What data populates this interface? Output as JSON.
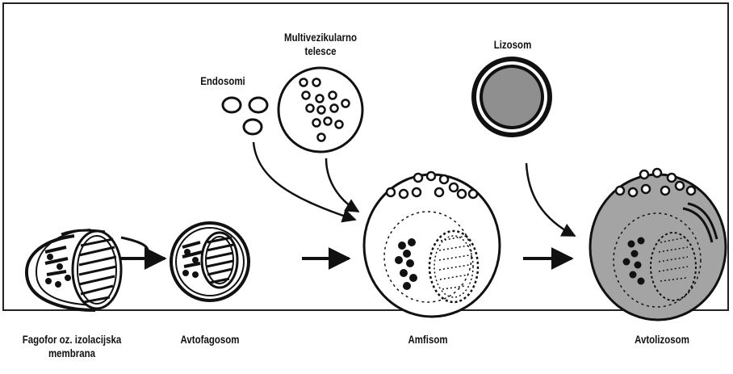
{
  "labels": {
    "fagofor": [
      "Fagofor oz. izolacijska",
      "membrana"
    ],
    "avtofagosom": "Avtofagosom",
    "amfisom": "Amfisom",
    "avtolizosom": "Avtolizosom",
    "endosomi": "Endosomi",
    "multivezikularno": [
      "Multivezikularno",
      "telesce"
    ],
    "lizosom": "Lizosom"
  },
  "colors": {
    "ink": "#111111",
    "lysosome_fill": "#8f8f8f",
    "autolysosome_fill": "#a4a4a4",
    "frame": "#222222"
  }
}
